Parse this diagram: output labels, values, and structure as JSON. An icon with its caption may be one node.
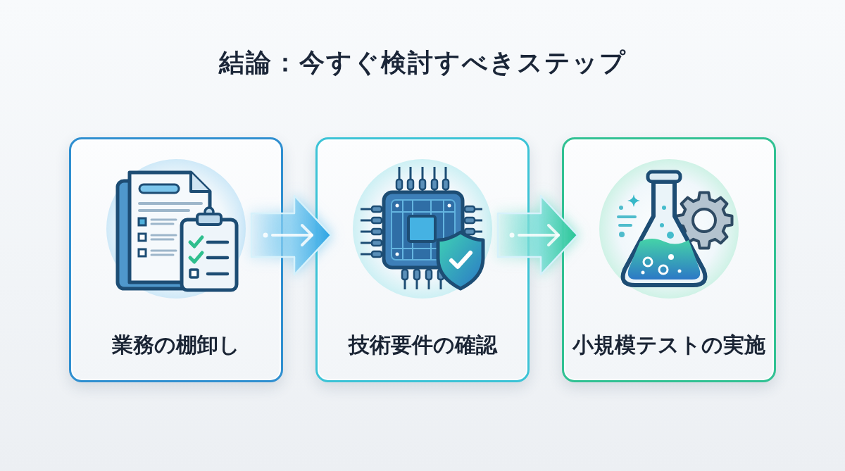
{
  "diagram": {
    "title": "結論：今すぐ検討すべきステップ",
    "nodes": [
      {
        "text": [
          "業務の棚卸し"
        ]
      },
      {
        "text": [
          "技術要件の確認"
        ]
      },
      {
        "text": [
          "小規模テストの実施"
        ]
      }
    ],
    "edges": [
      {
        "from": 0,
        "to": 1,
        "arrow": "to"
      },
      {
        "from": 1,
        "to": 2,
        "arrow": "to"
      }
    ]
  }
}
